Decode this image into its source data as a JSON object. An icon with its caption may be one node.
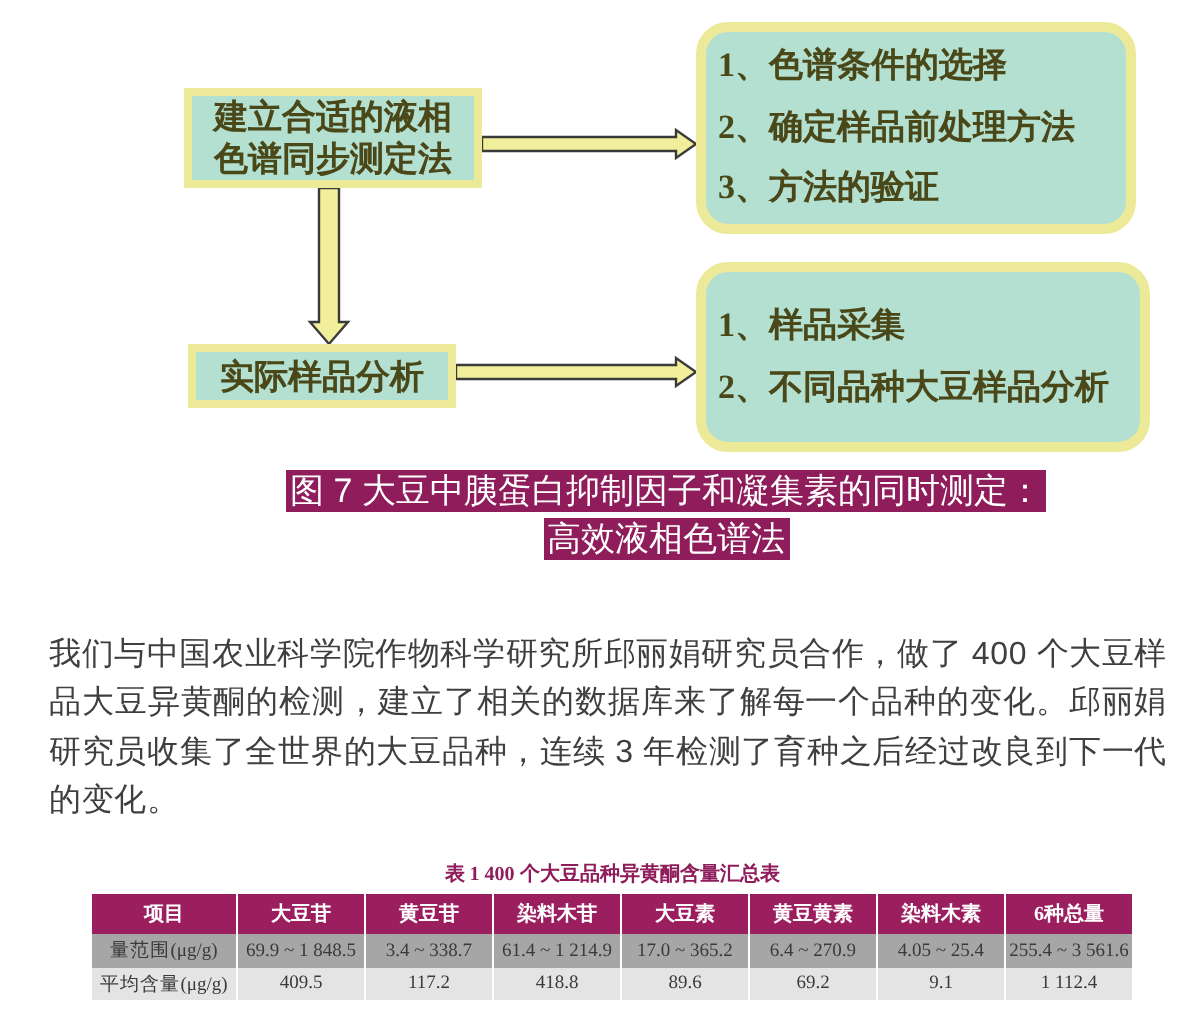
{
  "diagram": {
    "caption": "图 7 大豆中胰蛋白抑制因子和凝集素的同时测定：高效液相色谱法",
    "nodes": [
      {
        "text": [
          "建立合适的液相色谱同步测定法"
        ]
      },
      {
        "text": [
          "1、色谱条件的选择",
          "2、确定样品前处理方法",
          "3、方法的验证"
        ]
      },
      {
        "text": [
          "实际样品分析"
        ]
      },
      {
        "text": [
          "1、样品采集",
          "2、不同品种大豆样品分析"
        ]
      }
    ],
    "edges": [
      {
        "from": 0,
        "to": 1,
        "arrow": "to"
      },
      {
        "from": 0,
        "to": 2,
        "arrow": "to"
      },
      {
        "from": 2,
        "to": 3,
        "arrow": "to"
      }
    ],
    "labels": [
      "我们与中国农业科学院作物科学研究所邱丽娟研究员合作，做了 400 个大豆样品大豆异黄酮的检测，建立了相关的数据库来了解每一个品种的变化。邱丽娟研究员收集了全世界的大豆品种，连续 3 年检测了育种之后经过改良到下一代的变化。",
      "表 1 400 个大豆品种异黄酮含量汇总表",
      "项目",
      "大豆苷",
      "黄豆苷",
      "染料木苷",
      "大豆素",
      "黄豆黄素",
      "染料木素",
      "6种总量",
      "量范围(μg/g)",
      "69.9 ~ 1 848.5",
      "3.4 ~ 338.7",
      "61.4 ~ 1 214.9",
      "17.0 ~ 365.2",
      "6.4 ~ 270.9",
      "4.05 ~ 25.4",
      "255.4 ~ 3 561.6",
      "平均含量(μg/g)",
      "409.5",
      "117.2",
      "418.8",
      "89.6",
      "69.2",
      "9.1",
      "1 112.4"
    ]
  }
}
